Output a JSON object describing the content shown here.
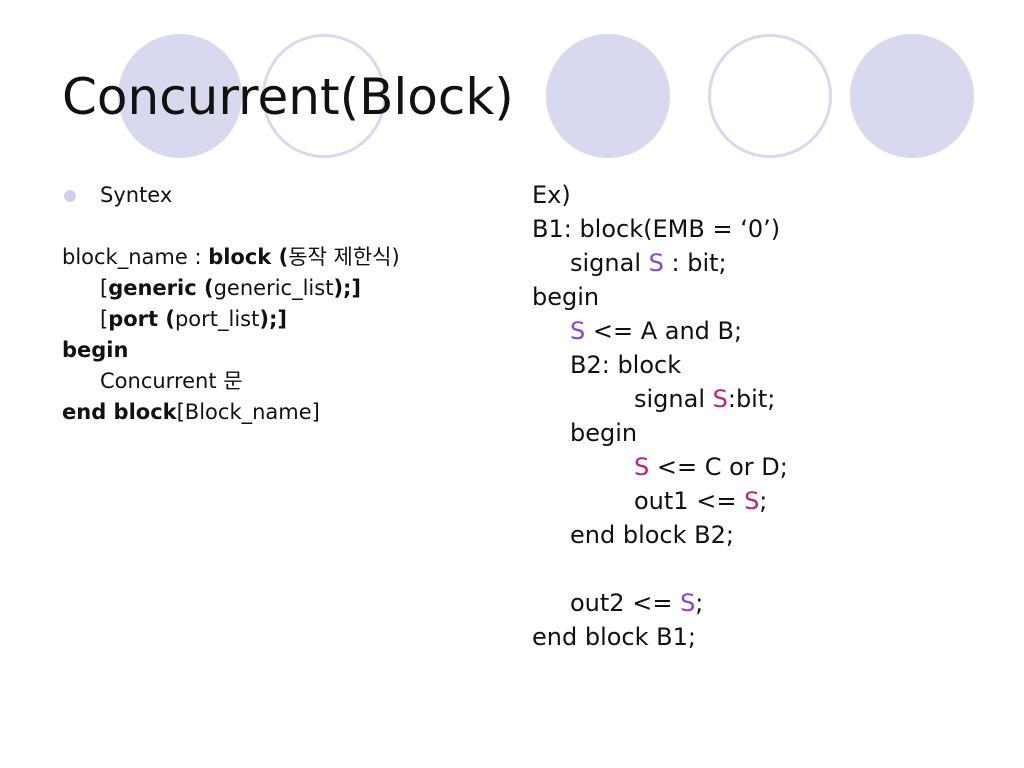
{
  "slide": {
    "title": "Concurrent(Block)",
    "colors": {
      "circle_fill": "#d8d8ee",
      "signal_outer": "#8a3fe0",
      "signal_inner": "#c0207a"
    },
    "syntax": {
      "bullet_label": "Syntex",
      "line1": {
        "name": "block_name : ",
        "kw": "block (",
        "rest": "동작 제한식)"
      },
      "line2": {
        "open": "[",
        "kw": "generic  (",
        "arg": "generic_list",
        "close": ");]"
      },
      "line3": {
        "open": "[",
        "kw": "port (",
        "arg": "port_list",
        "close": ");]"
      },
      "line4": "begin",
      "line5": "Concurrent 문",
      "line6": {
        "kw": "end block",
        "rest": "[Block_name]"
      }
    },
    "example": {
      "l1": "Ex)",
      "l2": "B1: block(EMB = ‘0’)",
      "l3": {
        "pre": "signal ",
        "sig": "S",
        "post": " : bit;"
      },
      "l4": "begin",
      "l5": {
        "sig": "S",
        "post": " <= A and B;"
      },
      "l6": "B2: block",
      "l7": {
        "pre": "signal ",
        "sig": "S",
        "post": ":bit;"
      },
      "l8": "begin",
      "l9": {
        "sig": "S",
        "post": " <= C or D;"
      },
      "l10": {
        "pre": "out1 <= ",
        "sig": "S",
        "post": ";"
      },
      "l11": "end block B2;",
      "l12": {
        "pre": "out2 <= ",
        "sig": "S",
        "post": ";"
      },
      "l13": "end block B1;"
    }
  }
}
